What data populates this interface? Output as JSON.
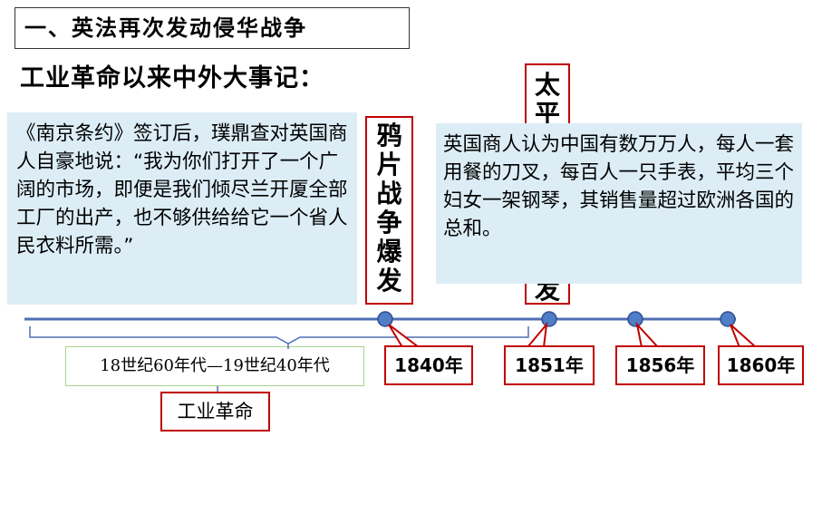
{
  "section_title": "一、英法再次发动侵华战争",
  "subheading": "工业革命以来中外大事记：",
  "quote_text": "《南京条约》签订后，璞鼎查对英国商人自豪地说：“我为你们打开了一个广阔的市场，即便是我们倾尽兰开厦全部工厂的出产，也不够供给给它一个省人民衣料所需。”",
  "merchant_text": "英国商人认为中国有数万万人，每人一套用餐的刀叉，每百人一只手表，平均三个妇女一架钢琴，其销售量超过欧洲各国的总和。",
  "opium_war": [
    "鸦",
    "片",
    "战",
    "争",
    "爆",
    "发"
  ],
  "taiping": {
    "top": [
      "太",
      "平"
    ],
    "bottom": "发"
  },
  "years": {
    "y1840": "1840年",
    "y1851": "1851年",
    "y1856": "1856年",
    "y1860": "1860年"
  },
  "period": "18世纪60年代—19世纪40年代",
  "industrial_revolution": "工业革命",
  "colors": {
    "accent_red": "#c00000",
    "timeline_blue": "#4f6fb6",
    "box_fill": "#dcedf6",
    "period_border": "#a9d18e"
  }
}
